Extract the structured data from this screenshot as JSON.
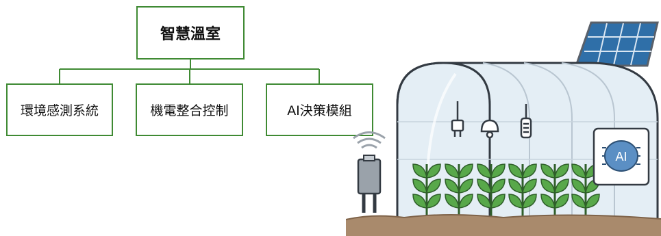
{
  "diagram": {
    "root": {
      "label": "智慧溫室"
    },
    "children": [
      {
        "label": "環境感測系統"
      },
      {
        "label": "機電整合控制"
      },
      {
        "label": "AI決策模組"
      }
    ]
  },
  "illustration": {
    "ai_panel_text": "AI",
    "elements": [
      "solar-panel",
      "greenhouse",
      "soil-sensor",
      "wifi-signal",
      "hanging-devices",
      "plants",
      "ai-brain-panel"
    ]
  },
  "colors": {
    "box_border": "#3f8a33",
    "connector": "#3f8a33",
    "greenhouse_glass": "#e4eef5",
    "plant": "#58a84a",
    "soil": "#a98a6c",
    "ai_brain": "#3f7bb0"
  }
}
